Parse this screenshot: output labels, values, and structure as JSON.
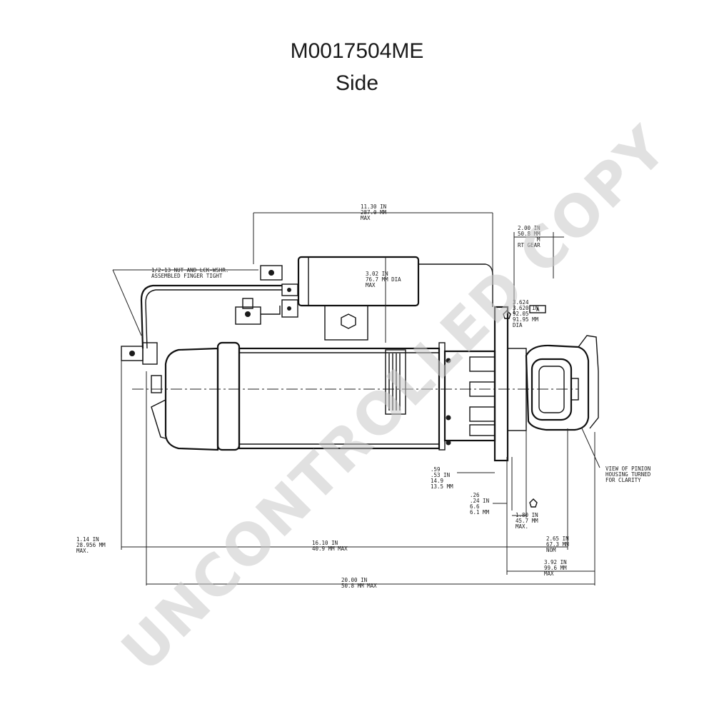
{
  "header": {
    "part_number": "M0017504ME",
    "view": "Side"
  },
  "watermark": "UNCONTROLLED COPY",
  "labels": {
    "overall_top": [
      "11.30 IN",
      "287.0 MM",
      "MAX"
    ],
    "right_top": [
      "2.00 IN",
      "50.8 MM",
      "M",
      "RT GEAR"
    ],
    "nut_note": [
      "1/2-13 NUT AND LCK-WSHR.",
      "ASSEMBLED FINGER TIGHT"
    ],
    "solenoid_dia": [
      "3.02 IN",
      "76.7 MM DIA",
      "MAX"
    ],
    "pilot_dia": [
      "3.624",
      "3.620 IN",
      "92.05",
      "91.95 MM",
      "DIA"
    ],
    "flange_a": [
      ".59",
      ".53 IN",
      "14.9",
      "13.5 MM"
    ],
    "flange_b": [
      ".26",
      ".24 IN",
      "6.6",
      "6.1 MM"
    ],
    "pinion_view": [
      "VIEW OF PINION",
      "HOUSING TURNED",
      "FOR CLARITY"
    ],
    "pinion_len": [
      "1.80 IN",
      "45.7 MM",
      "MAX."
    ],
    "left_dim": [
      "1.14 IN",
      "28.956 MM",
      "MAX."
    ],
    "body_len": [
      "16.10 IN",
      "40.9 MM MAX"
    ],
    "nose_len": [
      "2.65 IN",
      "67.3 MM",
      "NOM"
    ],
    "nose_max": [
      "3.92 IN",
      "99.6 MM",
      "MAX"
    ],
    "overall_len": [
      "20.00 IN",
      "50.8 MM MAX"
    ],
    "datum_a": "A"
  }
}
